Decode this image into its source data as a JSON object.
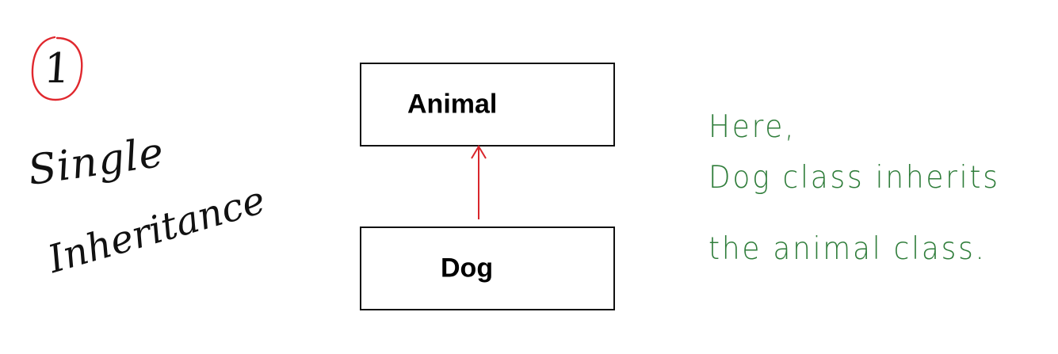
{
  "badge": {
    "number": "1",
    "ring_color": "#e0282e"
  },
  "title": {
    "line1": "Single",
    "line2": "Inheritance"
  },
  "diagram": {
    "parent_class": "Animal",
    "child_class": "Dog",
    "arrow_color": "#d9262c"
  },
  "note": {
    "lines": [
      "Here,",
      "Dog  class inherits",
      "the  animal  class."
    ],
    "color": "#2f7d3a"
  }
}
